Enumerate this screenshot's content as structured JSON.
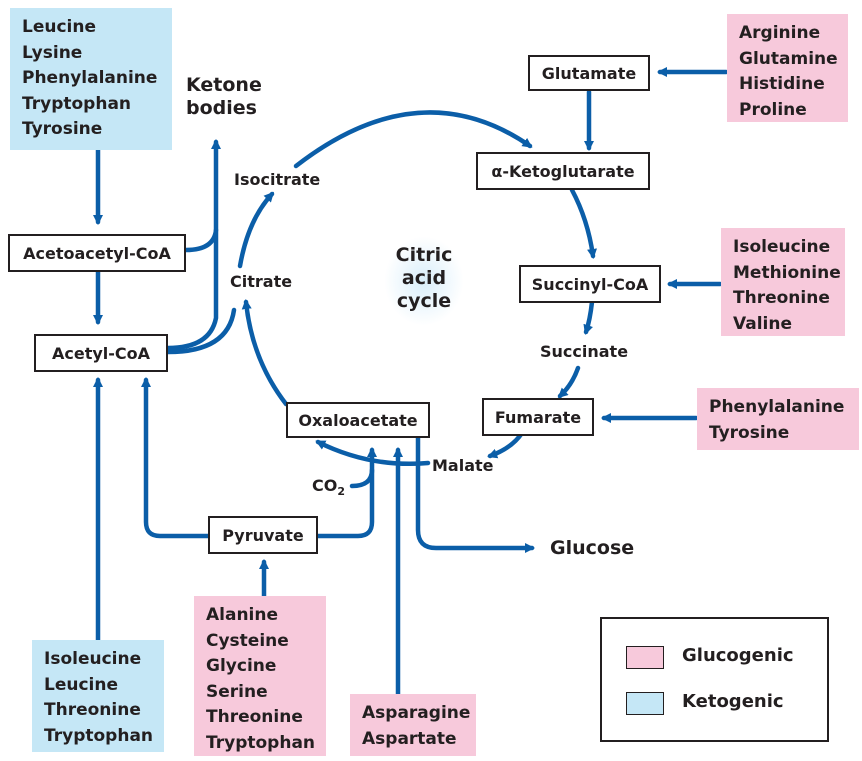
{
  "colors": {
    "arrow": "#0b5ea8",
    "glucogenic": "#f7c9db",
    "ketogenic": "#c5e7f6"
  },
  "center_label": [
    "Citric",
    "acid",
    "cycle"
  ],
  "ketone_bodies": [
    "Ketone",
    "bodies"
  ],
  "nodes": {
    "glutamate": "Glutamate",
    "ketoglutarate": "α-Ketoglutarate",
    "acetoacetyl": "Acetoacetyl-CoA",
    "acetyl": "Acetyl-CoA",
    "succinyl": "Succinyl-CoA",
    "fumarate": "Fumarate",
    "oxaloacetate": "Oxaloacetate",
    "pyruvate": "Pyruvate"
  },
  "labels": {
    "isocitrate": "Isocitrate",
    "citrate": "Citrate",
    "succinate": "Succinate",
    "malate": "Malate",
    "co2": "CO",
    "co2_sub": "2",
    "glucose": "Glucose"
  },
  "boxes": {
    "ketogenic_top": [
      "Leucine",
      "Lysine",
      "Phenylalanine",
      "Tryptophan",
      "Tyrosine"
    ],
    "glucogenic_glutamate": [
      "Arginine",
      "Glutamine",
      "Histidine",
      "Proline"
    ],
    "glucogenic_succinyl": [
      "Isoleucine",
      "Methionine",
      "Threonine",
      "Valine"
    ],
    "glucogenic_fumarate": [
      "Phenylalanine",
      "Tyrosine"
    ],
    "ketogenic_bottom": [
      "Isoleucine",
      "Leucine",
      "Threonine",
      "Tryptophan"
    ],
    "glucogenic_pyruvate": [
      "Alanine",
      "Cysteine",
      "Glycine",
      "Serine",
      "Threonine",
      "Tryptophan"
    ],
    "glucogenic_oxaloacetate": [
      "Asparagine",
      "Aspartate"
    ]
  },
  "legend": {
    "glucogenic": "Glucogenic",
    "ketogenic": "Ketogenic"
  }
}
